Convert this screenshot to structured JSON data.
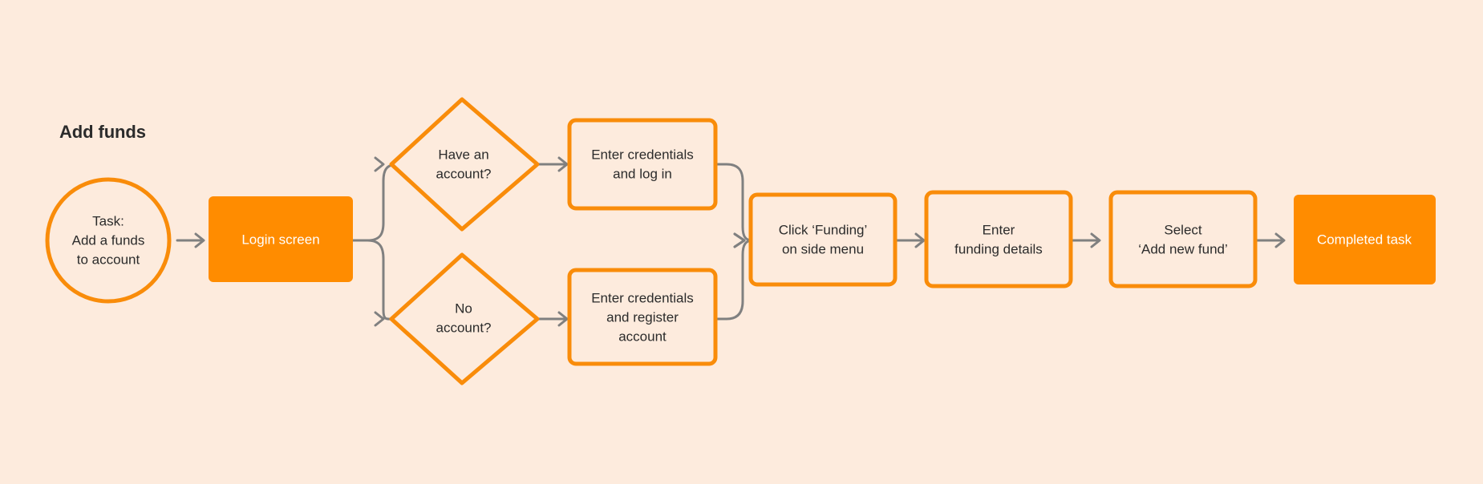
{
  "diagram": {
    "title": "Add funds",
    "colors": {
      "background": "#FDEBDD",
      "accent_fill": "#FF8C00",
      "accent_stroke": "#F98C0A",
      "connector": "#808080",
      "text": "#2B2B2B",
      "text_on_fill": "#FFFFFF"
    },
    "nodes": {
      "start": {
        "shape": "circle",
        "style": "outline",
        "line1": "Task:",
        "line2": "Add a funds",
        "line3": "to account"
      },
      "login": {
        "shape": "rectangle",
        "style": "filled",
        "line1": "Login screen"
      },
      "decision_have_account": {
        "shape": "diamond",
        "style": "outline",
        "line1": "Have an",
        "line2": "account?"
      },
      "decision_no_account": {
        "shape": "diamond",
        "style": "outline",
        "line1": "No",
        "line2": "account?"
      },
      "login_credentials": {
        "shape": "rectangle",
        "style": "outline",
        "line1": "Enter credentials",
        "line2": "and log in"
      },
      "register_credentials": {
        "shape": "rectangle",
        "style": "outline",
        "line1": "Enter credentials",
        "line2": "and register",
        "line3": "account"
      },
      "click_funding": {
        "shape": "rectangle",
        "style": "outline",
        "line1": "Click ‘Funding’",
        "line2": "on side menu"
      },
      "enter_details": {
        "shape": "rectangle",
        "style": "outline",
        "line1": "Enter",
        "line2": "funding details"
      },
      "select_add_fund": {
        "shape": "rectangle",
        "style": "outline",
        "line1": "Select",
        "line2": "‘Add new fund’"
      },
      "completed": {
        "shape": "rectangle",
        "style": "filled",
        "line1": "Completed task"
      }
    }
  }
}
